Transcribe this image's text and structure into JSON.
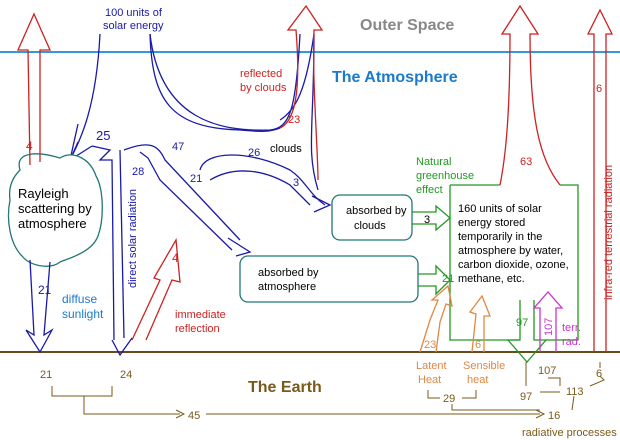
{
  "layers": {
    "outer_space": "Outer Space",
    "atmosphere": "The Atmosphere",
    "earth": "The Earth"
  },
  "incoming": {
    "line1": "100 units of",
    "line2": "solar energy"
  },
  "reflected_by_clouds": {
    "line1": "reflected",
    "line2": "by clouds",
    "value": "23"
  },
  "clouds_label": "clouds",
  "rayleigh": {
    "line1": "Rayleigh",
    "line2": "scattering by",
    "line3": "atmosphere",
    "value_in": "25",
    "value_up": "4",
    "value_down": "21"
  },
  "diffuse": {
    "line1": "diffuse",
    "line2": "sunlight"
  },
  "direct": {
    "label": "direct solar radiation",
    "value": "28"
  },
  "immediate_reflection": {
    "line1": "immediate",
    "line2": "reflection",
    "value": "4"
  },
  "to_atmosphere_value": "47",
  "branch_values": {
    "to_atmosphere": "21",
    "to_clouds": "26",
    "clouds_in": "3"
  },
  "absorbed_clouds": {
    "line1": "absorbed by",
    "line2": "clouds",
    "arrow_value": "3"
  },
  "absorbed_atmosphere": {
    "line1": "absorbed by",
    "line2": "atmosphere",
    "arrow_value": "21"
  },
  "stored": {
    "line1": "160 units of solar",
    "line2": "energy stored",
    "line3": "temporarily in the",
    "line4": "atmosphere by water,",
    "line5": "carbon dioxide, ozone,",
    "line6": "methane, etc."
  },
  "greenhouse": {
    "line1": "Natural",
    "line2": "greenhouse",
    "line3": "effect"
  },
  "emitted_value": "63",
  "down_value": "97",
  "latent": {
    "line1": "Latent",
    "line2": "Heat",
    "value": "23"
  },
  "sensible": {
    "line1": "Sensible",
    "line2": "heat",
    "value": "6"
  },
  "terrestrial": {
    "line1": "terr.",
    "line2": "rad.",
    "value": "107"
  },
  "infrared": {
    "label": "infra-red terrestrial radiation",
    "value": "6"
  },
  "earth_budget": {
    "diffuse_total": "21",
    "direct_total": "24",
    "sum": "45",
    "heat_sum": "29",
    "received": "97",
    "emitted": "107",
    "net": "113",
    "ir_total": "6",
    "radiative": "16",
    "radiative_label": "radiative processes"
  },
  "colors": {
    "boundary": "#3399dd",
    "blue": "#1a1aa8",
    "red": "#cc2222",
    "teal": "#227777",
    "green": "#229922",
    "orange": "#e08844",
    "magenta": "#cc33cc",
    "brown": "#7a5a1a",
    "grey": "#888888"
  }
}
